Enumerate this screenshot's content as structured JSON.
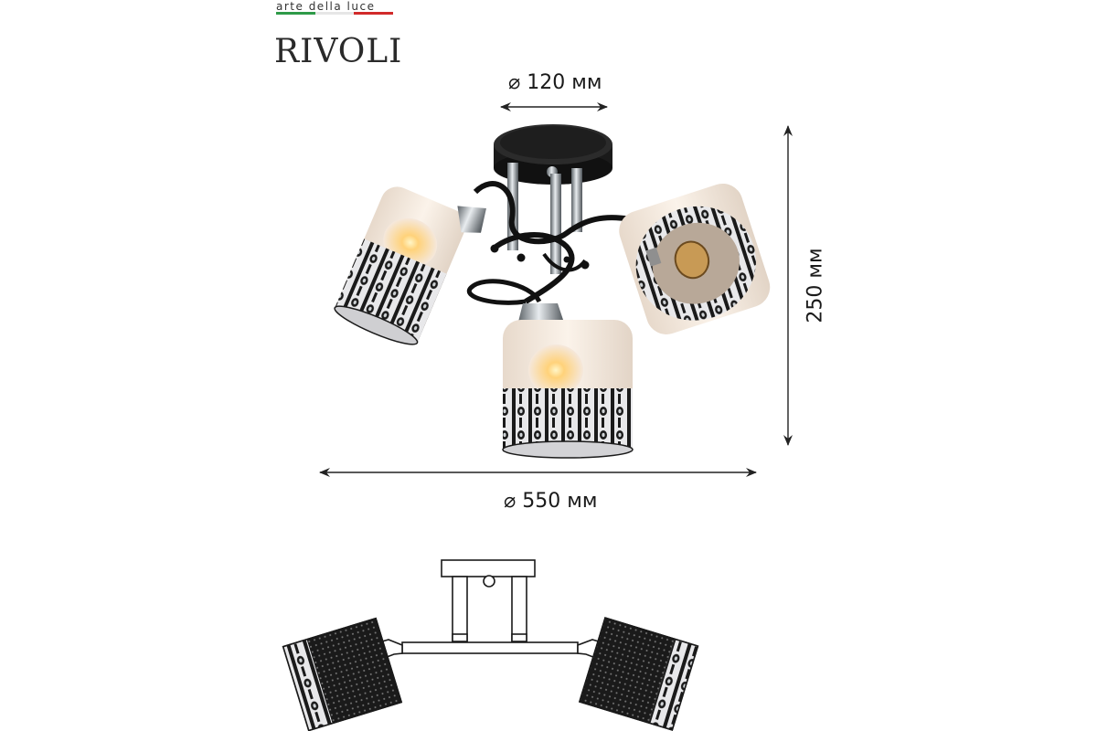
{
  "brand": {
    "tagline": "arte della luce",
    "name": "RIVOLI",
    "flag_colors": [
      "#2e9a48",
      "#ffffff",
      "#d12a2a"
    ]
  },
  "dimensions": {
    "canopy_diameter": "⌀ 120 мм",
    "span_diameter": "⌀ 550 мм",
    "height": "250 мм"
  },
  "colors": {
    "metal": "#1a1a1a",
    "chrome": "#9aa0a6",
    "glass_frost": "#f3e6d8",
    "glow": "#ffd070"
  }
}
